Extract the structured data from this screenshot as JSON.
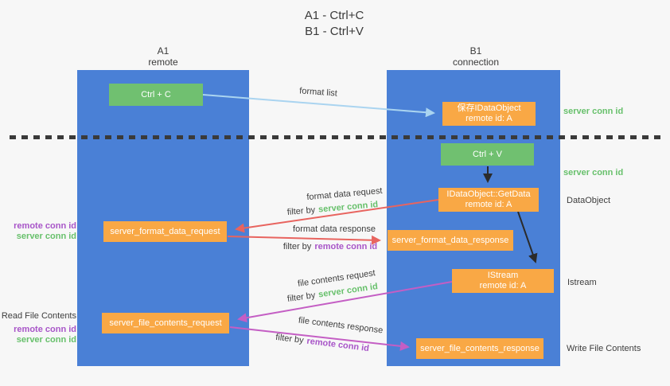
{
  "title": {
    "line1": "A1 - Ctrl+C",
    "line2": "B1 - Ctrl+V"
  },
  "left_column": {
    "header1": "A1",
    "header2": "remote"
  },
  "right_column": {
    "header1": "B1",
    "header2": "connection"
  },
  "boxes": {
    "ctrl_c": {
      "label": "Ctrl + C"
    },
    "save_idataobject": {
      "line1": "保存IDataObject",
      "line2": "remote id: A"
    },
    "ctrl_v": {
      "label": "Ctrl + V"
    },
    "getdata": {
      "line1": "IDataObject::GetData",
      "line2": "remote id: A"
    },
    "server_format_data_request": {
      "label": "server_format_data_request"
    },
    "server_format_data_response": {
      "label": "server_format_data_response"
    },
    "istream": {
      "line1": "IStream",
      "line2": "remote id: A"
    },
    "server_file_contents_request": {
      "label": "server_file_contents_request"
    },
    "server_file_contents_response": {
      "label": "server_file_contents_response"
    }
  },
  "edge_labels": {
    "format_list": "format list",
    "format_data_request": "format data request",
    "format_data_response": "format data response",
    "file_contents_request": "file contents request",
    "file_contents_response": "file contents response",
    "filter_by": "filter by",
    "server_conn_id": "server conn id",
    "remote_conn_id": "remote conn id"
  },
  "annotations": {
    "right_server_conn_id_top": "server conn id",
    "right_server_conn_id_mid": "server conn id",
    "right_dataobject": "DataObject",
    "right_istream": "Istream",
    "right_write_file_contents": "Write File Contents",
    "left_remote_conn_id_top": "remote conn id",
    "left_server_conn_id_top": "server conn id",
    "left_read_file_contents": "Read File Contents",
    "left_remote_conn_id_bottom": "remote conn id",
    "left_server_conn_id_bottom": "server conn id"
  },
  "colors": {
    "column_blue": "#4a80d6",
    "box_orange": "#f9a845",
    "box_green": "#70c070",
    "arrow_blue": "#aad4f0",
    "arrow_red": "#e8645f",
    "arrow_magenta": "#c45ec4",
    "arrow_black": "#2b2b2b",
    "text_green": "#67c06b",
    "text_purple": "#a855c8",
    "text_dark": "#3d3d3d",
    "background": "#f7f7f7"
  }
}
